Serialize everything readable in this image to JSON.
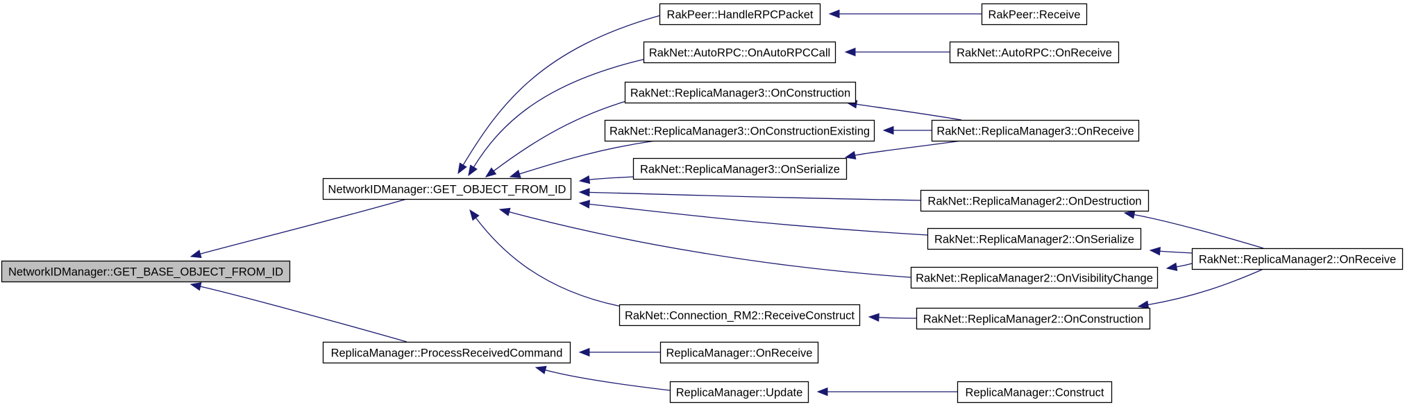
{
  "title": "",
  "colors": {
    "edge": "#191970",
    "focus_fill": "#bfbfbf",
    "node_fill": "#ffffff",
    "border": "#000000"
  },
  "nodes": [
    {
      "id": "base",
      "label": "NetworkIDManager::GET_BASE_OBJECT_FROM_ID",
      "focus": true
    },
    {
      "id": "getobj",
      "label": "NetworkIDManager::GET_OBJECT_FROM_ID"
    },
    {
      "id": "prc",
      "label": "ReplicaManager::ProcessReceivedCommand"
    },
    {
      "id": "hrpc",
      "label": "RakPeer::HandleRPCPacket"
    },
    {
      "id": "arpc",
      "label": "RakNet::AutoRPC::OnAutoRPCCall"
    },
    {
      "id": "rm3c",
      "label": "RakNet::ReplicaManager3::OnConstruction"
    },
    {
      "id": "rm3ce",
      "label": "RakNet::ReplicaManager3::OnConstructionExisting"
    },
    {
      "id": "rm3s",
      "label": "RakNet::ReplicaManager3::OnSerialize"
    },
    {
      "id": "rm2d",
      "label": "RakNet::ReplicaManager2::OnDestruction"
    },
    {
      "id": "rm2s",
      "label": "RakNet::ReplicaManager2::OnSerialize"
    },
    {
      "id": "rm2v",
      "label": "RakNet::ReplicaManager2::OnVisibilityChange"
    },
    {
      "id": "crm2",
      "label": "RakNet::Connection_RM2::ReceiveConstruct"
    },
    {
      "id": "rpeer",
      "label": "RakPeer::Receive"
    },
    {
      "id": "arecv",
      "label": "RakNet::AutoRPC::OnReceive"
    },
    {
      "id": "rm3r",
      "label": "RakNet::ReplicaManager3::OnReceive"
    },
    {
      "id": "rm2c",
      "label": "RakNet::ReplicaManager2::OnConstruction"
    },
    {
      "id": "rm2r",
      "label": "RakNet::ReplicaManager2::OnReceive"
    },
    {
      "id": "rmr",
      "label": "ReplicaManager::OnReceive"
    },
    {
      "id": "rmu",
      "label": "ReplicaManager::Update"
    },
    {
      "id": "rmcons",
      "label": "ReplicaManager::Construct"
    }
  ],
  "edges": [
    {
      "from": "getobj",
      "to": "base"
    },
    {
      "from": "prc",
      "to": "base"
    },
    {
      "from": "hrpc",
      "to": "getobj"
    },
    {
      "from": "arpc",
      "to": "getobj"
    },
    {
      "from": "rm3c",
      "to": "getobj"
    },
    {
      "from": "rm3ce",
      "to": "getobj"
    },
    {
      "from": "rm3s",
      "to": "getobj"
    },
    {
      "from": "rm2d",
      "to": "getobj"
    },
    {
      "from": "rm2s",
      "to": "getobj"
    },
    {
      "from": "rm2v",
      "to": "getobj"
    },
    {
      "from": "crm2",
      "to": "getobj"
    },
    {
      "from": "rpeer",
      "to": "hrpc"
    },
    {
      "from": "arecv",
      "to": "arpc"
    },
    {
      "from": "rm3r",
      "to": "rm3c"
    },
    {
      "from": "rm3r",
      "to": "rm3ce"
    },
    {
      "from": "rm3r",
      "to": "rm3s"
    },
    {
      "from": "rm2r",
      "to": "rm2d"
    },
    {
      "from": "rm2r",
      "to": "rm2s"
    },
    {
      "from": "rm2r",
      "to": "rm2v"
    },
    {
      "from": "rm2r",
      "to": "rm2c"
    },
    {
      "from": "rm2c",
      "to": "crm2"
    },
    {
      "from": "rmr",
      "to": "prc"
    },
    {
      "from": "rmu",
      "to": "prc"
    },
    {
      "from": "rmcons",
      "to": "rmu"
    }
  ]
}
